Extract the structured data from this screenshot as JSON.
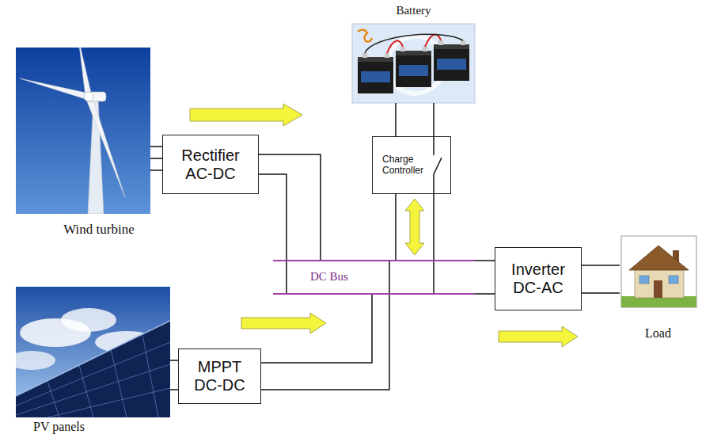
{
  "diagram": {
    "nodes": [
      {
        "text": [
          "Battery"
        ]
      },
      {
        "text": [
          "Wind turbine"
        ]
      },
      {
        "text": [
          "Rectifier AC-DC"
        ]
      },
      {
        "text": [
          "Charge Controller"
        ]
      },
      {
        "text": [
          "DC Bus"
        ]
      },
      {
        "text": [
          "Inverter DC-AC"
        ]
      },
      {
        "text": [
          "Load"
        ]
      },
      {
        "text": [
          "PV panels"
        ]
      },
      {
        "text": [
          "MPPT DC-DC"
        ]
      }
    ],
    "edges": [
      {
        "from": 1,
        "to": 2,
        "arrow": "none"
      },
      {
        "from": 2,
        "to": 4,
        "arrow": "none"
      },
      {
        "from": 0,
        "to": 3,
        "arrow": "none"
      },
      {
        "from": 3,
        "to": 4,
        "arrow": "none"
      },
      {
        "from": 3,
        "to": 4,
        "arrow": "both"
      },
      {
        "from": 7,
        "to": 8,
        "arrow": "none"
      },
      {
        "from": 8,
        "to": 4,
        "arrow": "none"
      },
      {
        "from": 4,
        "to": 5,
        "arrow": "none"
      },
      {
        "from": 5,
        "to": 6,
        "arrow": "none"
      }
    ]
  }
}
